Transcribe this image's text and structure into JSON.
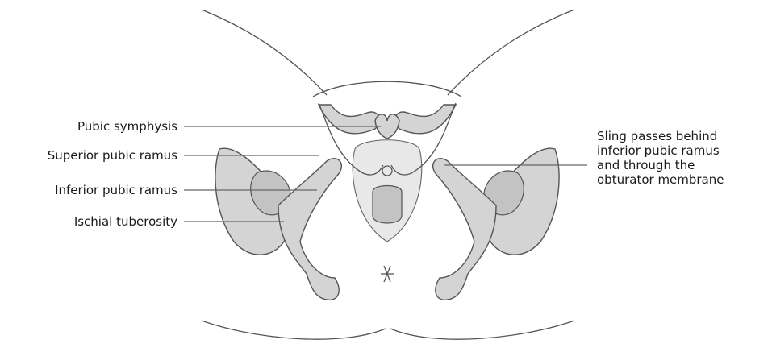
{
  "labels": {
    "pubic_symphysis": "Pubic symphysis",
    "superior_pubic_ramus": "Superior pubic ramus",
    "inferior_pubic_ramus": "Inferior pubic ramus",
    "ischial_tuberosity": "Ischial tuberosity"
  },
  "note_lines": [
    "Sling passes behind",
    "inferior pubic ramus",
    "and through the",
    "obturator membrane"
  ],
  "colors": {
    "bone": "#d4d4d4",
    "line": "#555555",
    "text": "#1a1a1a"
  }
}
